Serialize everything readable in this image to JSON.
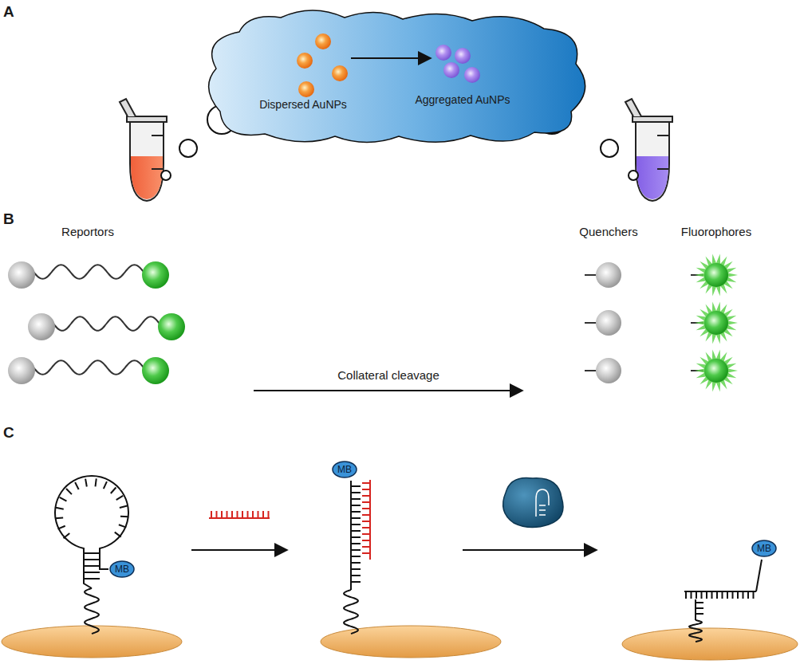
{
  "diagram": {
    "nodes": [
      {
        "text": [
          "Dispersed AuNPs",
          "Aggregated AuNPs"
        ]
      },
      {
        "text": [
          "MB"
        ]
      },
      {
        "text": [
          "MB"
        ]
      },
      {
        "text": [
          "MB"
        ]
      }
    ],
    "labels": [
      "A",
      "B",
      "C",
      "Reportors",
      "Collateral cleavage",
      "Quenchers",
      "Fluorophores"
    ]
  }
}
